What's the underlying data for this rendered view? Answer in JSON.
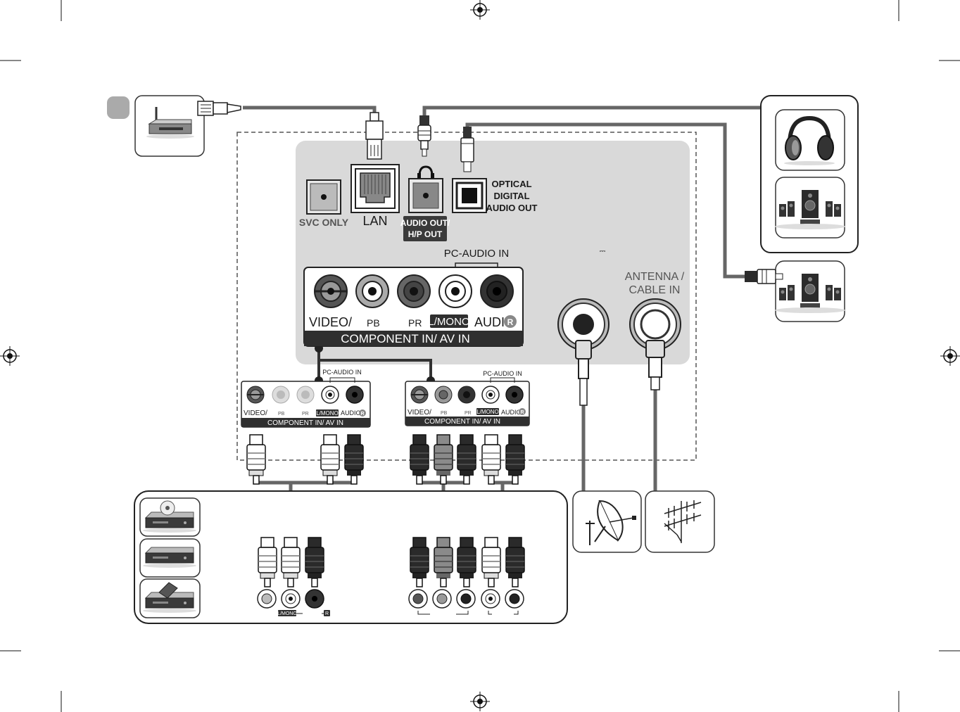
{
  "panel": {
    "svc_only": "SVC ONLY",
    "lan": "LAN",
    "audio_out": "AUDIO OUT/",
    "hp_out": "H/P OUT",
    "optical_1": "OPTICAL",
    "optical_2": "DIGITAL",
    "optical_3": "AUDIO OUT",
    "pc_audio_in": "PC-AUDIO IN",
    "video": "VIDEO/",
    "pb": "PB",
    "pr": "PR",
    "l_mono": "L/MONO",
    "audio": "AUDIO",
    "r": "R",
    "component_in": "COMPONENT IN/ AV IN",
    "dc_symbol": "⎓",
    "antenna_1": "ANTENNA /",
    "antenna_2": "CABLE IN"
  },
  "left_port": {
    "pc_audio_in": "PC-AUDIO IN",
    "video": "VIDEO/",
    "pb": "PB",
    "pr": "PR",
    "l_mono": "L/MONO",
    "audio": "AUDIO",
    "r": "R",
    "component_in": "COMPONENT IN/ AV IN"
  },
  "right_port": {
    "pc_audio_in": "PC-AUDIO IN",
    "video": "VIDEO/",
    "pb": "PB",
    "pr": "PR",
    "l_mono": "L/MONO",
    "audio": "AUDIO",
    "r": "R",
    "component_in": "COMPONENT IN/ AV IN"
  },
  "device_jacks": {
    "l_mono": "L/MONO",
    "r": "R"
  },
  "devices": {
    "router": "router-icon",
    "headphones": "headphones-icon",
    "speakers": "speaker-system-icon",
    "dvd": "dvd-player-icon",
    "vcr": "vcr-icon",
    "settop": "set-top-box-icon",
    "satellite": "satellite-dish-icon",
    "antenna": "antenna-icon"
  },
  "colors": {
    "panel": "#d9d9d9",
    "cable": "#666666",
    "dark": "#2b2b2b",
    "label_bar": "#2f2f2f"
  }
}
